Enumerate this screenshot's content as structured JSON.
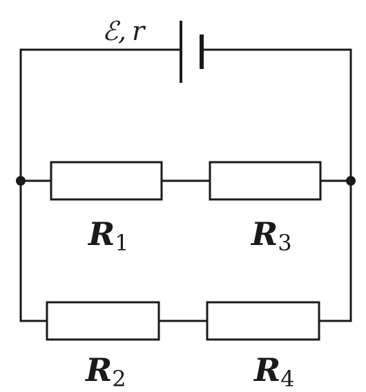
{
  "battery": {
    "emf_symbol": "ℰ",
    "separator": ",",
    "internal_resistance": "r"
  },
  "resistors": [
    {
      "letter": "R",
      "index": "1"
    },
    {
      "letter": "R",
      "index": "3"
    },
    {
      "letter": "R",
      "index": "2"
    },
    {
      "letter": "R",
      "index": "4"
    }
  ],
  "colors": {
    "line": "#1a1a1a",
    "background": "#ffffff"
  }
}
